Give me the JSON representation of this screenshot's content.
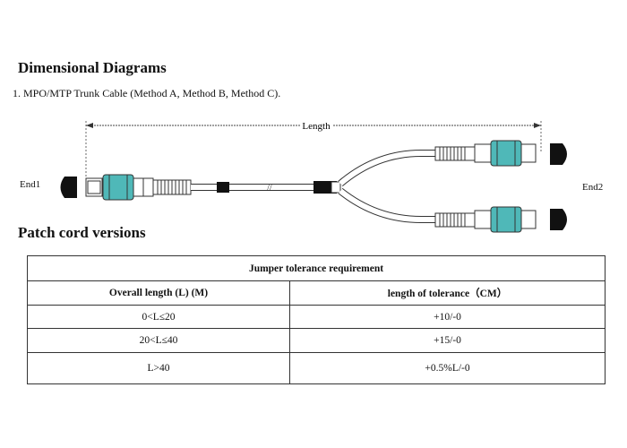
{
  "heading": "Dimensional Diagrams",
  "subheading": "1. MPO/MTP Trunk Cable (Method A, Method B, Method C).",
  "diagram": {
    "length_label": "Length",
    "end1_label": "End1",
    "end2_label": "End2"
  },
  "section_title": "Patch cord versions",
  "table": {
    "title": "Jumper tolerance requirement",
    "columns": [
      "Overall length (L)  (M)",
      "length of tolerance（CM）"
    ],
    "rows": [
      [
        "0<L≤20",
        "+10/-0"
      ],
      [
        "20<L≤40",
        "+15/-0"
      ],
      [
        "L>40",
        "+0.5%L/-0"
      ]
    ]
  },
  "colors": {
    "connector_teal": "#4fb8b8",
    "boot_black": "#111111"
  }
}
